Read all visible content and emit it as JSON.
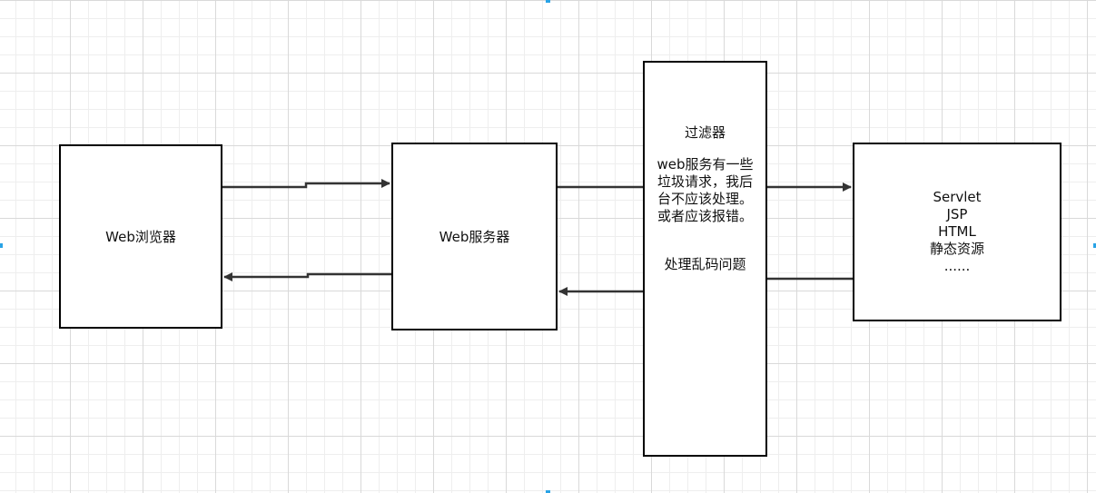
{
  "diagram": {
    "nodes": {
      "browser": {
        "label": "Web浏览器"
      },
      "server": {
        "label": "Web服务器"
      },
      "filter": {
        "title": "过滤器",
        "description_lines": [
          "web服务有一些",
          "垃圾请求，我后",
          "台不应该处理。",
          "或者应该报错。"
        ],
        "extra": "处理乱码问题"
      },
      "target": {
        "lines": [
          "Servlet",
          "JSP",
          "HTML",
          "静态资源",
          "......"
        ]
      }
    },
    "edges": [
      {
        "from": "browser",
        "to": "server",
        "direction": "request"
      },
      {
        "from": "server",
        "to": "filter",
        "direction": "request"
      },
      {
        "from": "filter",
        "to": "target",
        "direction": "request"
      },
      {
        "from": "target",
        "to": "filter",
        "direction": "response"
      },
      {
        "from": "filter",
        "to": "server",
        "direction": "response"
      },
      {
        "from": "server",
        "to": "browser",
        "direction": "response"
      }
    ],
    "colors": {
      "stroke": "#000000",
      "edge": "#333333",
      "grid": "#d9d9d9",
      "selection_handle": "#29a3e6"
    }
  }
}
